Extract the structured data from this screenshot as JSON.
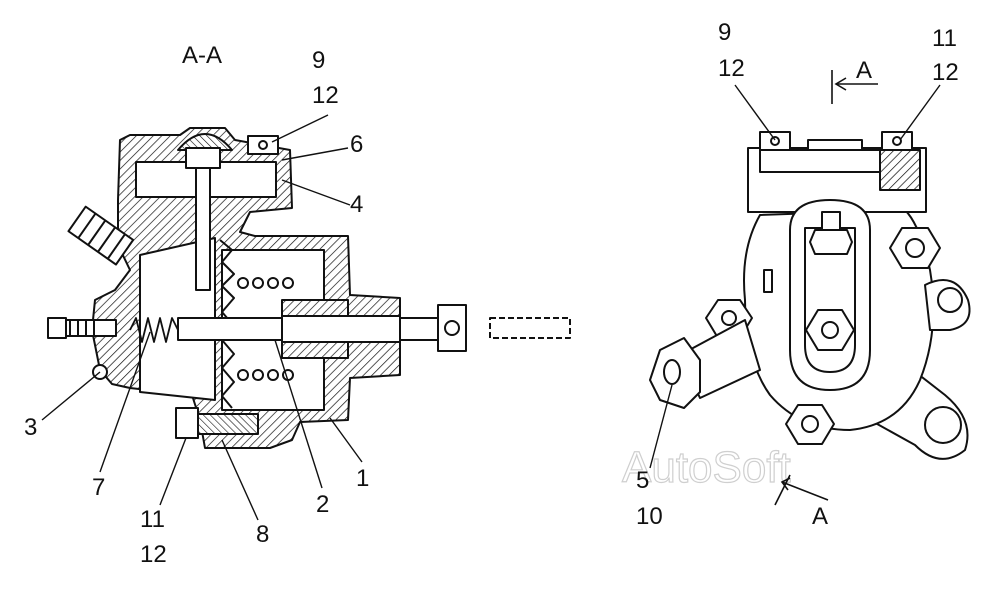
{
  "section_title": "A-A",
  "watermark": "AutoSoft",
  "colors": {
    "ink": "#111111",
    "paper": "#ffffff",
    "hatch": "#111111",
    "watermark": "#cfcfcf"
  },
  "left_view": {
    "callouts": [
      "9",
      "12",
      "6",
      "4",
      "3",
      "7",
      "11",
      "12",
      "8",
      "2",
      "1"
    ]
  },
  "right_view": {
    "callouts": [
      "9",
      "12",
      "11",
      "12",
      "5",
      "10"
    ],
    "section_marks": [
      "A",
      "A"
    ]
  }
}
